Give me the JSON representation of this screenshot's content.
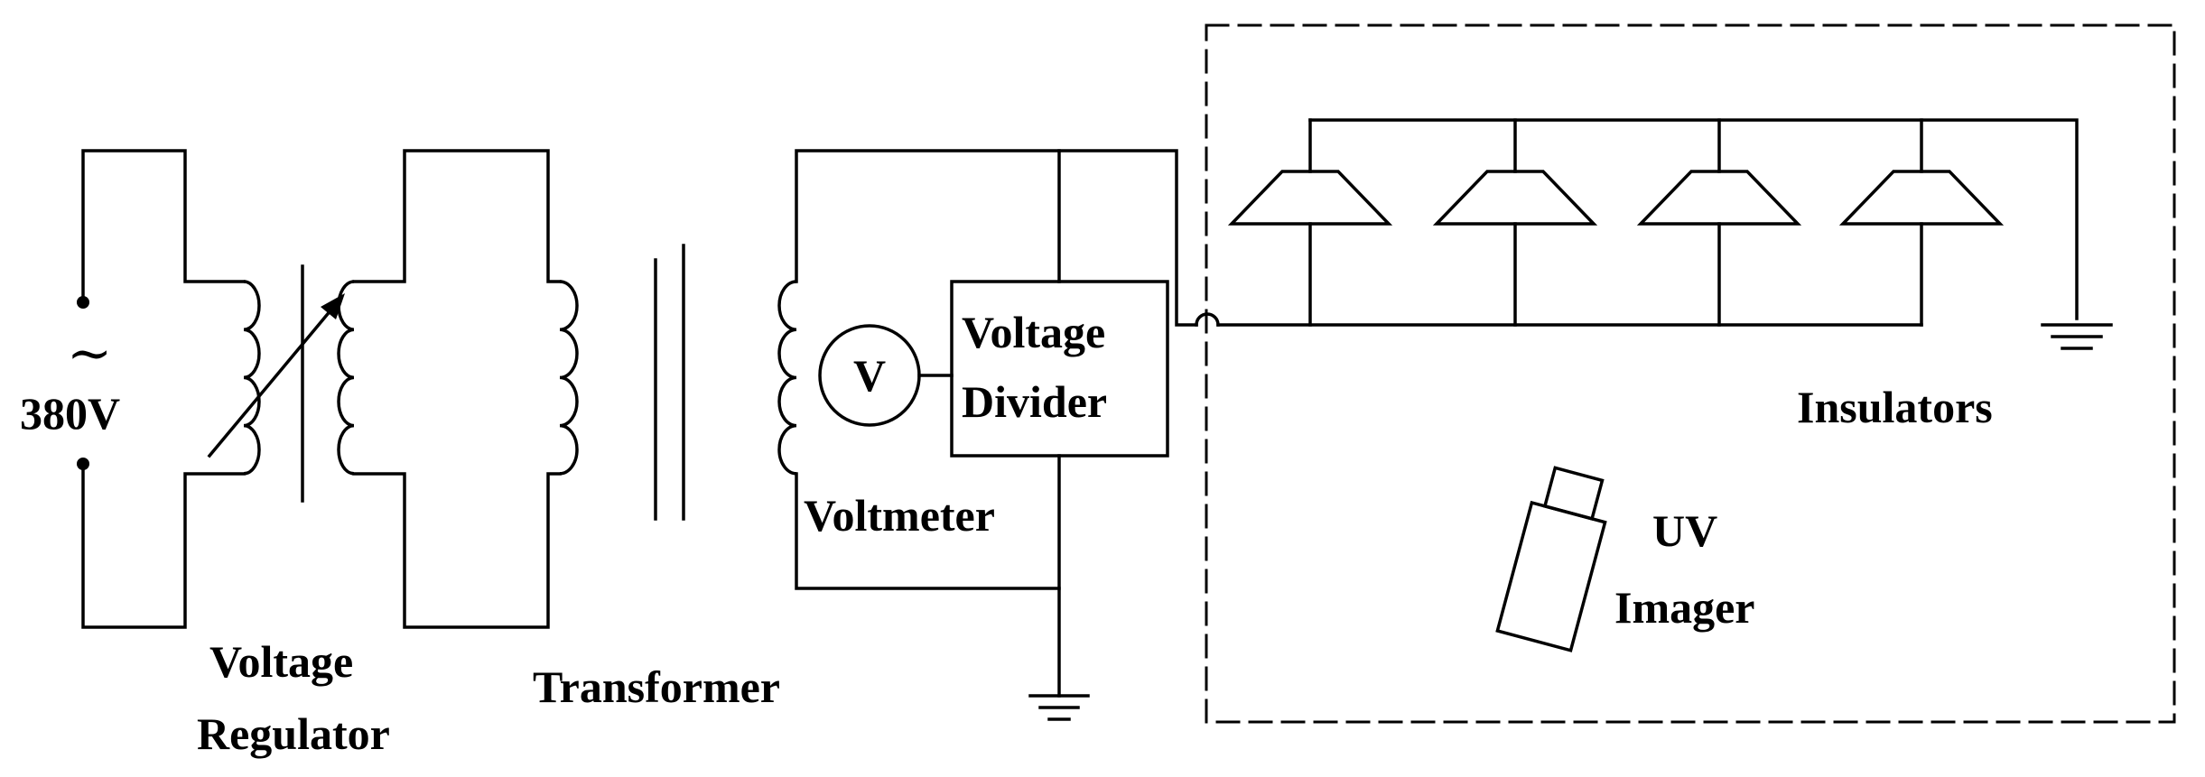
{
  "source": {
    "tilde": "~",
    "voltage": "380V"
  },
  "components": {
    "voltmeter_symbol": "V",
    "voltage_divider": [
      "Voltage",
      "Divider"
    ],
    "voltmeter": "Voltmeter",
    "voltage_regulator": [
      "Voltage",
      "Regulator"
    ],
    "transformer": "Transformer",
    "insulators": "Insulators",
    "uv_imager": [
      "UV",
      "Imager"
    ]
  }
}
